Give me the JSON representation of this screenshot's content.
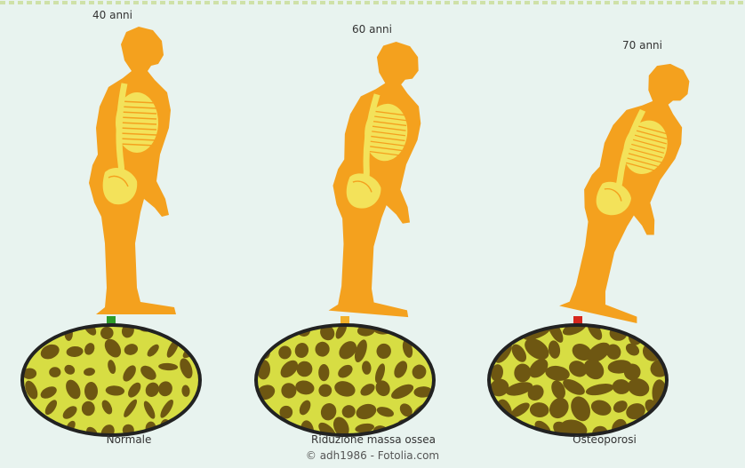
{
  "colors": {
    "background": "#e8f3ef",
    "figure": "#f4a11e",
    "skeleton": "#f3e25a",
    "bone_tissue": "#d7dd43",
    "pore": "#6e5712",
    "ring": "#222222",
    "arrow_normal": "#2e9c2a",
    "arrow_reduced": "#f2b02a",
    "arrow_osteo": "#d6261d",
    "top_border": "#cfe1a8"
  },
  "figures": [
    {
      "age_label": "40 anni",
      "caption": "Normale",
      "arrow_color_key": "arrow_normal",
      "pore_scale": 1.0,
      "stoop": 0
    },
    {
      "age_label": "60 anni",
      "caption": "Riduzione massa ossea",
      "arrow_color_key": "arrow_reduced",
      "pore_scale": 1.15,
      "stoop": 1
    },
    {
      "age_label": "70 anni",
      "caption": "Osteoporosi",
      "arrow_color_key": "arrow_osteo",
      "pore_scale": 1.35,
      "stoop": 2
    }
  ],
  "credit": "© adh1986 - Fotolia.com"
}
